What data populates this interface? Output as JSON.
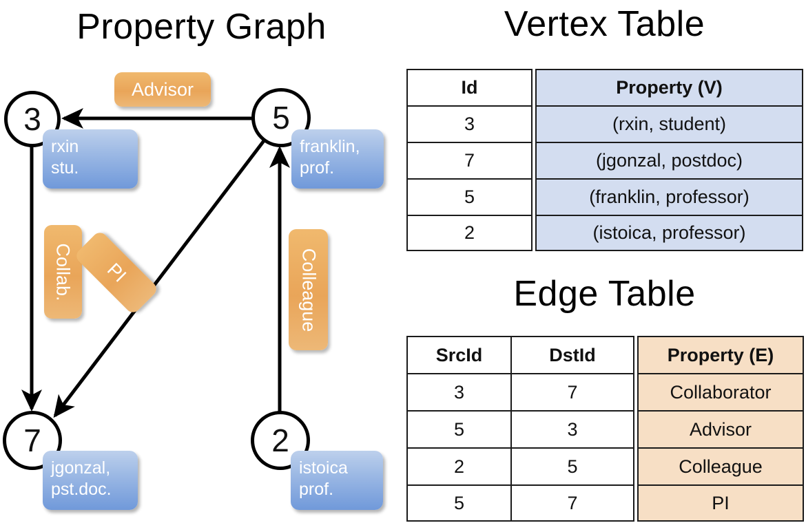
{
  "titles": {
    "property_graph": "Property Graph",
    "vertex_table": "Vertex Table",
    "edge_table": "Edge Table"
  },
  "graph": {
    "nodes": [
      {
        "id": "3",
        "prop_line1": "rxin",
        "prop_line2": "stu."
      },
      {
        "id": "5",
        "prop_line1": "franklin,",
        "prop_line2": "prof."
      },
      {
        "id": "7",
        "prop_line1": "jgonzal,",
        "prop_line2": "pst.doc."
      },
      {
        "id": "2",
        "prop_line1": "istoica",
        "prop_line2": "prof."
      }
    ],
    "edge_labels": [
      {
        "text": "Advisor",
        "orientation": "horizontal"
      },
      {
        "text": "Collab.",
        "orientation": "vertical"
      },
      {
        "text": "PI",
        "orientation": "diagonal"
      },
      {
        "text": "Colleague",
        "orientation": "vertical"
      }
    ]
  },
  "vertex_table": {
    "headers": [
      "Id",
      "Property (V)"
    ],
    "rows": [
      {
        "id": "3",
        "property": "(rxin, student)"
      },
      {
        "id": "7",
        "property": "(jgonzal, postdoc)"
      },
      {
        "id": "5",
        "property": "(franklin, professor)"
      },
      {
        "id": "2",
        "property": "(istoica, professor)"
      }
    ]
  },
  "edge_table": {
    "headers": [
      "SrcId",
      "DstId",
      "Property (E)"
    ],
    "rows": [
      {
        "src": "3",
        "dst": "7",
        "property": "Collaborator"
      },
      {
        "src": "5",
        "dst": "3",
        "property": "Advisor"
      },
      {
        "src": "2",
        "dst": "5",
        "property": "Colleague"
      },
      {
        "src": "5",
        "dst": "7",
        "property": "PI"
      }
    ]
  },
  "colors": {
    "vertex_property_fill": "#d3ddf0",
    "edge_property_fill": "#f7dfc5",
    "vertex_box_blue": "#7099da",
    "edge_label_orange": "#e9a559",
    "line_black": "#000000",
    "page_background": "#ffffff"
  }
}
